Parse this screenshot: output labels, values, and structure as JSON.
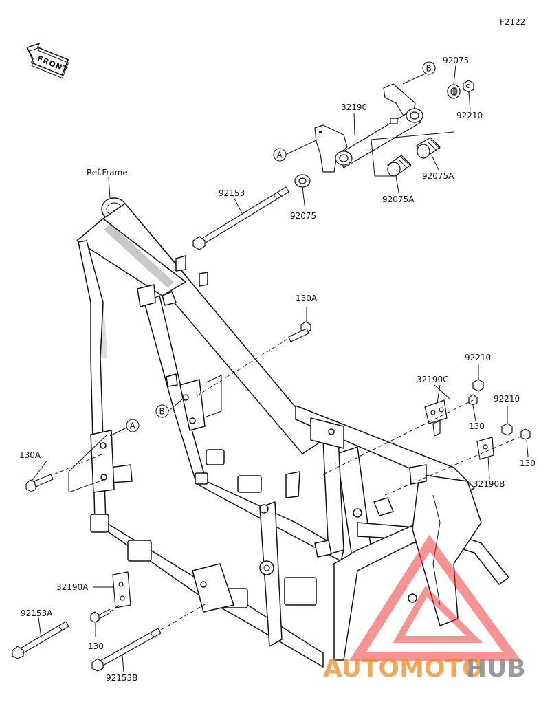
{
  "figure_code": "F2122",
  "front_label": "FRONT",
  "ref_frame_label": "Ref.Frame",
  "callouts": {
    "a_upper": "A",
    "b_upper": "B",
    "a_lower": "A",
    "b_lower": "B"
  },
  "part_labels": {
    "p92075_top": "92075",
    "p92210_top": "92210",
    "p32190": "32190",
    "p92075A_right": "92075A",
    "p92075A_left": "92075A",
    "p92153": "92153",
    "p92075_mid": "92075",
    "p130A_top": "130A",
    "p130A_left": "130A",
    "p92210_mid": "92210",
    "p32190C": "32190C",
    "p130_mid": "130",
    "p92210_right": "92210",
    "p130_right": "130",
    "p32190B": "32190B",
    "p32190A": "32190A",
    "p92153A": "92153A",
    "p130_low": "130",
    "p92153B": "92153B"
  },
  "watermark": {
    "part1": "AUTOMOTO",
    "part2": "HUB",
    "triangle_color": "#ee3b3b",
    "color1": "#f08a24",
    "color2": "#8a8a8a"
  }
}
